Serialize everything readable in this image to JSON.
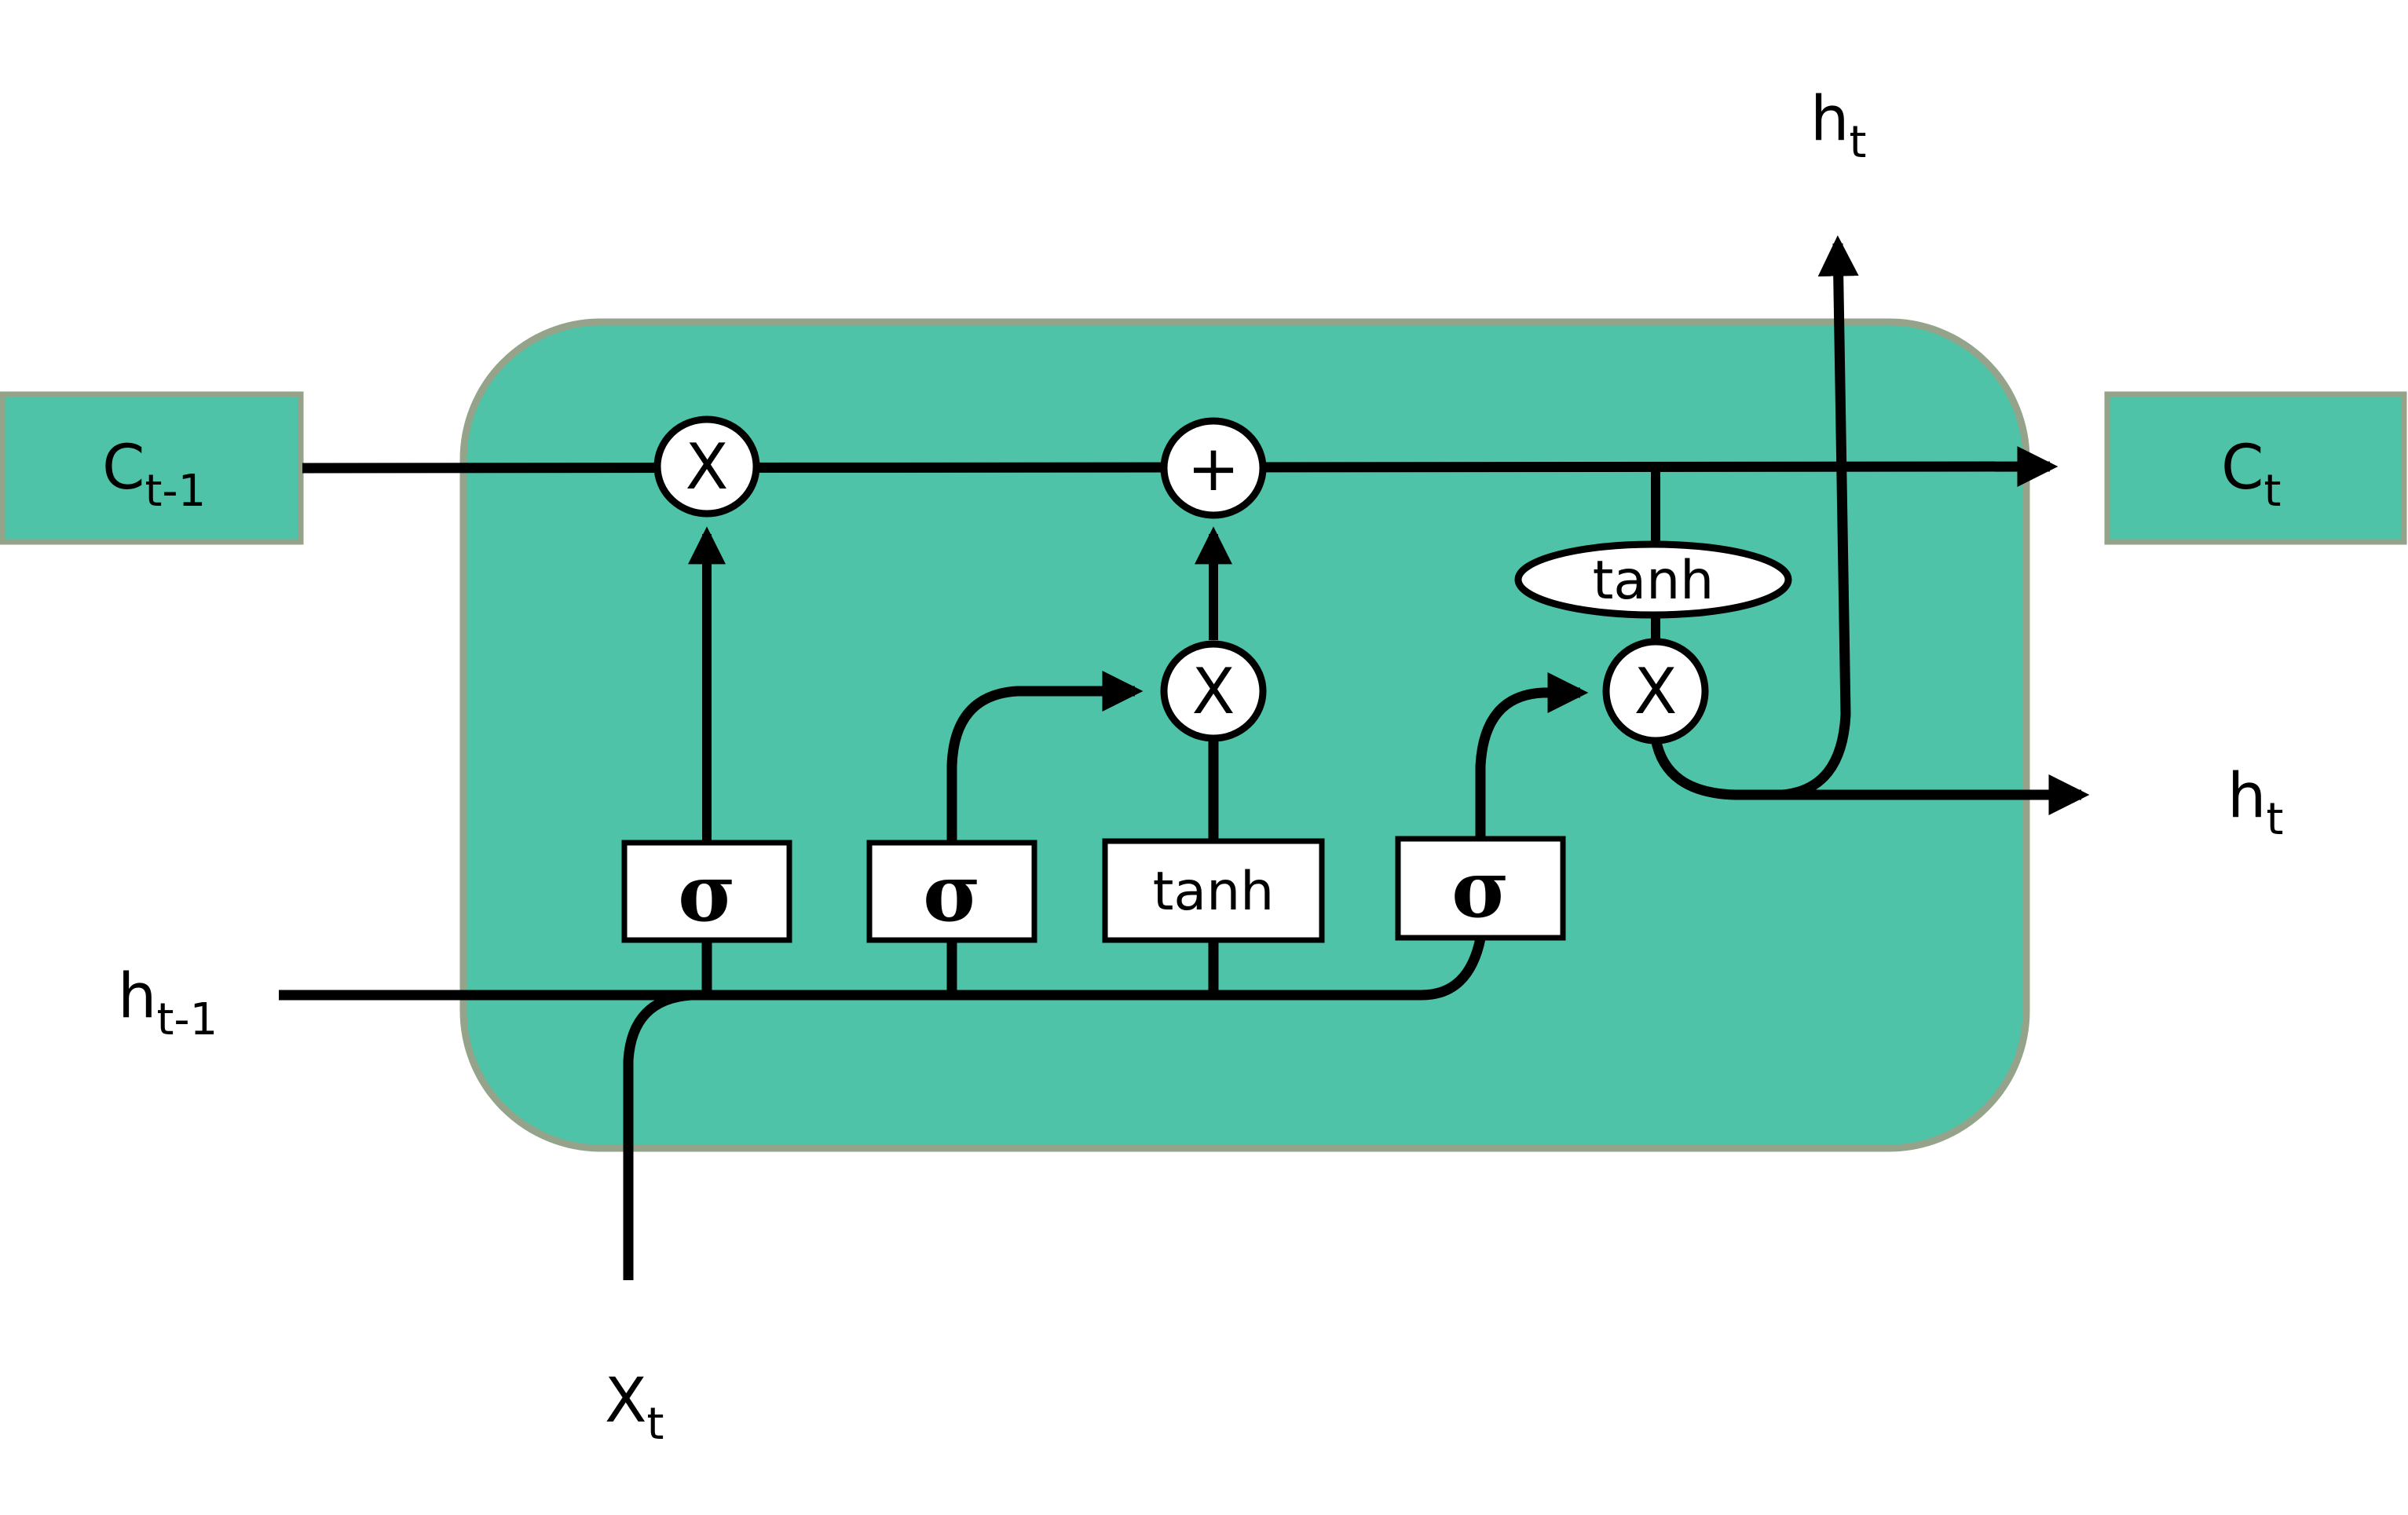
{
  "diagram": {
    "title": "LSTM cell",
    "colors": {
      "cell_fill": "#4EC3A8",
      "cell_border": "#94A389",
      "line": "#000000",
      "node_fill": "#FFFFFF",
      "background": "#FFFFFF"
    },
    "inputs": {
      "cell_state_prev": {
        "base": "C",
        "sub": "t-1"
      },
      "hidden_prev": {
        "base": "h",
        "sub": "t-1"
      },
      "input": {
        "base": "X",
        "sub": "t"
      }
    },
    "outputs": {
      "cell_state": {
        "base": "C",
        "sub": "t"
      },
      "hidden_top": {
        "base": "h",
        "sub": "t"
      },
      "hidden_right": {
        "base": "h",
        "sub": "t"
      }
    },
    "gates": [
      {
        "id": "forget_gate",
        "label": "σ"
      },
      {
        "id": "input_gate",
        "label": "σ"
      },
      {
        "id": "candidate",
        "label": "tanh"
      },
      {
        "id": "output_gate",
        "label": "σ"
      }
    ],
    "operations": {
      "forget_multiply": "X",
      "cell_add": "+",
      "input_multiply": "X",
      "output_multiply": "X",
      "output_tanh": "tanh"
    }
  }
}
